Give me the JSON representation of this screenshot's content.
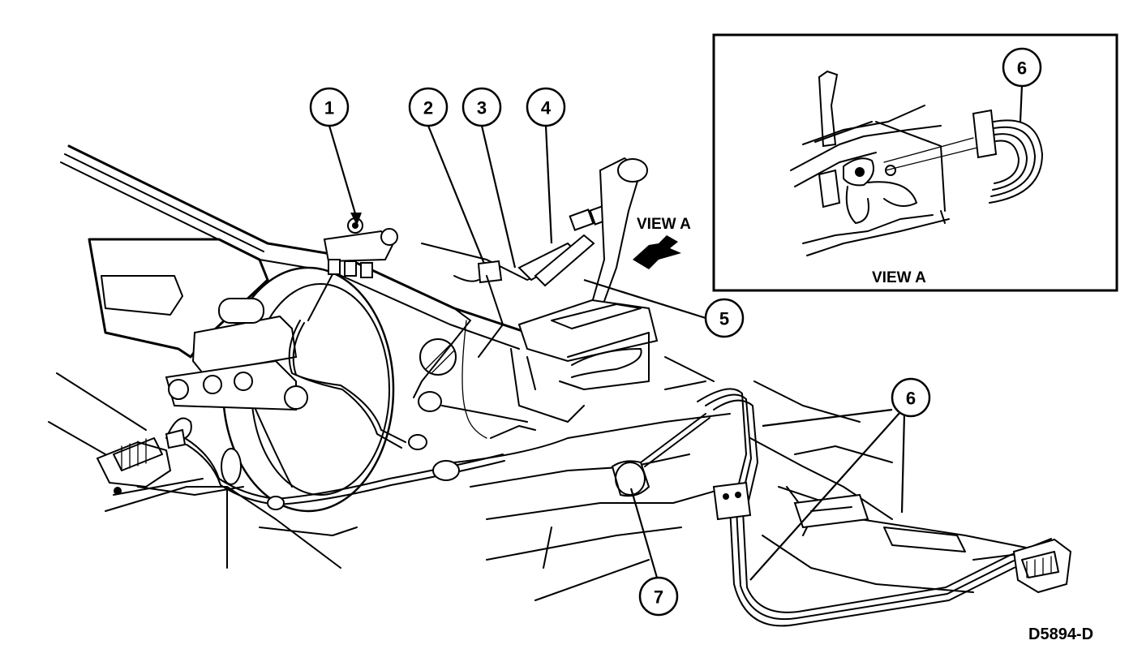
{
  "callouts": [
    {
      "id": "1",
      "label": "1"
    },
    {
      "id": "2",
      "label": "2"
    },
    {
      "id": "3",
      "label": "3"
    },
    {
      "id": "4",
      "label": "4"
    },
    {
      "id": "5",
      "label": "5"
    },
    {
      "id": "6",
      "label": "6"
    },
    {
      "id": "7",
      "label": "7"
    },
    {
      "id": "6-inset",
      "label": "6"
    }
  ],
  "view_arrow_label": "VIEW A",
  "inset_label": "VIEW A",
  "figure_code": "D5894-D"
}
